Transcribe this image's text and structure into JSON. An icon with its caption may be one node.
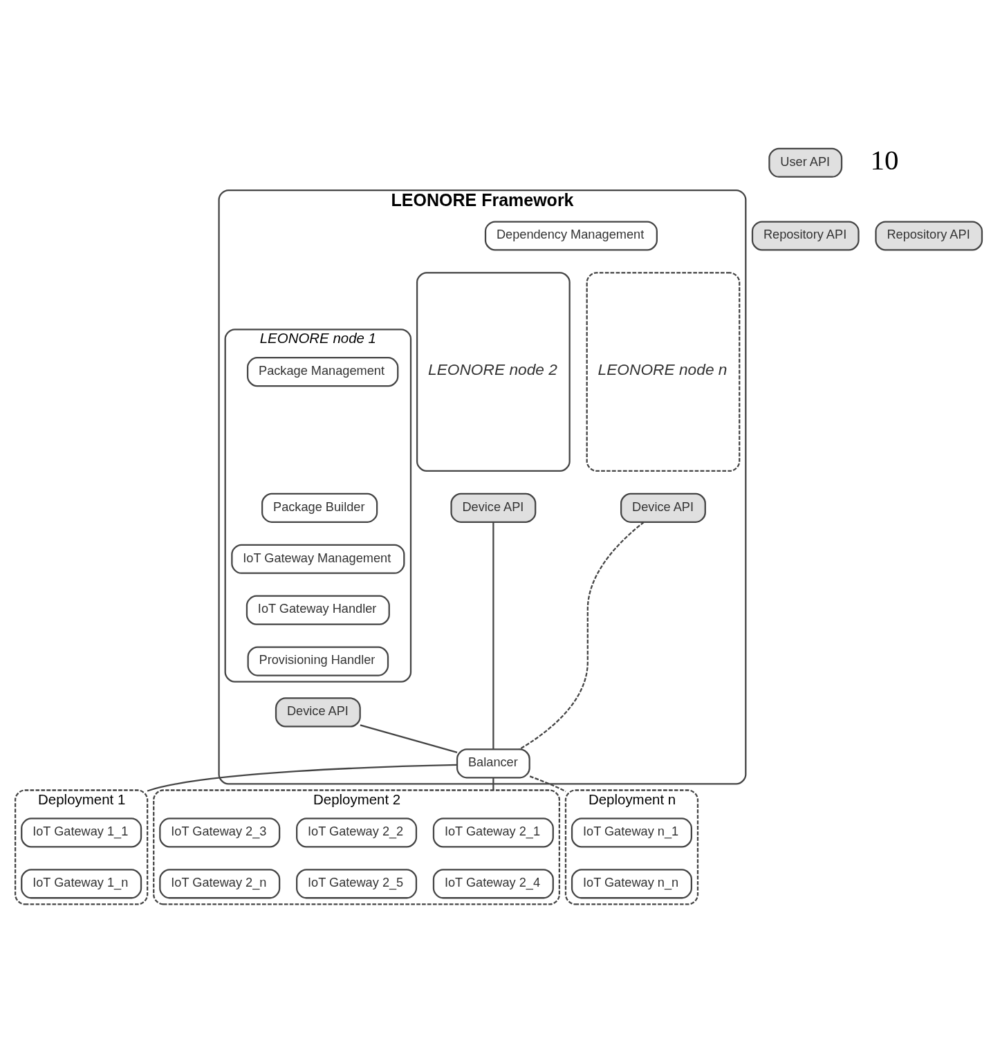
{
  "diagram": {
    "nodes": [
      {
        "text": [
          "LEONORE Framework"
        ]
      },
      {
        "text": [
          "User API"
        ]
      },
      {
        "text": [
          "Repository API"
        ]
      },
      {
        "text": [
          "Repository API"
        ]
      },
      {
        "text": [
          "Dependency Management"
        ],
        "in": 0
      },
      {
        "text": [
          "LEONORE node 1"
        ],
        "in": 0
      },
      {
        "text": [
          "Package Management"
        ],
        "in": 5
      },
      {
        "text": [
          "Package Builder"
        ],
        "in": 5
      },
      {
        "text": [
          "IoT Gateway Management"
        ],
        "in": 5
      },
      {
        "text": [
          "IoT Gateway Handler"
        ],
        "in": 5
      },
      {
        "text": [
          "Provisioning Handler"
        ],
        "in": 5
      },
      {
        "text": [
          "Device API"
        ],
        "in": 0
      },
      {
        "text": [
          "LEONORE node 2"
        ],
        "in": 0
      },
      {
        "text": [
          "Device API"
        ],
        "in": 0
      },
      {
        "text": [
          "LEONORE node n"
        ],
        "in": 0
      },
      {
        "text": [
          "Device API"
        ],
        "in": 0
      },
      {
        "text": [
          "Balancer"
        ],
        "in": 0
      },
      {
        "text": [
          "Deployment 1"
        ]
      },
      {
        "text": [
          "IoT Gateway 1_1"
        ],
        "in": 17
      },
      {
        "text": [
          "IoT Gateway 1_n"
        ],
        "in": 17
      },
      {
        "text": [
          "Deployment 2"
        ]
      },
      {
        "text": [
          "IoT Gateway 2_1"
        ],
        "in": 20
      },
      {
        "text": [
          "IoT Gateway 2_2"
        ],
        "in": 20
      },
      {
        "text": [
          "IoT Gateway 2_3"
        ],
        "in": 20
      },
      {
        "text": [
          "IoT Gateway 2_4"
        ],
        "in": 20
      },
      {
        "text": [
          "IoT Gateway 2_5"
        ],
        "in": 20
      },
      {
        "text": [
          "IoT Gateway 2_n"
        ],
        "in": 20
      },
      {
        "text": [
          "Deployment n"
        ]
      },
      {
        "text": [
          "IoT Gateway n_1"
        ],
        "in": 27
      },
      {
        "text": [
          "IoT Gateway n_n"
        ],
        "in": 27
      }
    ],
    "edges": [
      {
        "from": 11,
        "to": 16,
        "arrow": "none"
      },
      {
        "from": 13,
        "to": 16,
        "arrow": "none"
      },
      {
        "from": 15,
        "to": 16,
        "arrow": "none",
        "style": "dashed"
      },
      {
        "from": 16,
        "to": 17,
        "arrow": "none"
      },
      {
        "from": 16,
        "to": 20,
        "arrow": "none"
      },
      {
        "from": 16,
        "to": 27,
        "arrow": "none",
        "style": "dashed"
      }
    ],
    "labels": [
      "10"
    ]
  }
}
